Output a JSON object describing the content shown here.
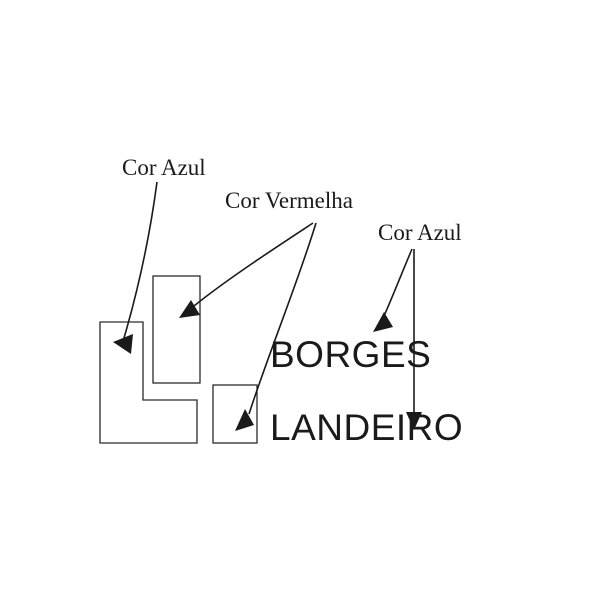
{
  "annotations": {
    "left_label": "Cor Azul",
    "middle_label": "Cor Vermelha",
    "right_label": "Cor Azul"
  },
  "logo": {
    "line1": "BORGES",
    "line2": "LANDEIRO"
  }
}
